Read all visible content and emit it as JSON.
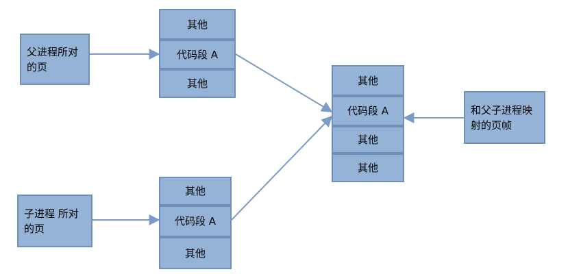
{
  "parent_process_pages": "父进程所对的页",
  "child_process_pages": "子进程 所对的页",
  "shared_page_frames": "和父子进程映射的页帧",
  "parent_block": [
    "其他",
    "代码段 A",
    "其他"
  ],
  "child_block": [
    "其他",
    "代码段 A",
    "其他"
  ],
  "physical_block": [
    "其他",
    "代码段 A",
    "其他",
    "其他"
  ],
  "colors": {
    "box_fill": "#95b3d7",
    "box_border": "#6f8fb8",
    "arrow": "#7a9cc6"
  }
}
